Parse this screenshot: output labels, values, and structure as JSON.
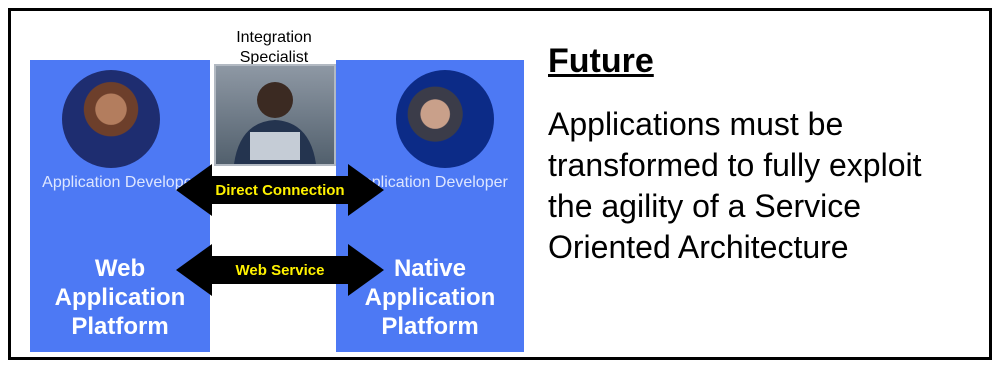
{
  "left_panel": {
    "role": "Application Developer",
    "platform": "Web Application Platform"
  },
  "right_panel": {
    "role": "Application Developer",
    "platform": "Native Application Platform"
  },
  "specialist": {
    "label": "Integration Specialist"
  },
  "arrows": {
    "direct": "Direct Connection",
    "web_service": "Web Service"
  },
  "title": "Future",
  "body": "Applications must be transformed to fully exploit the agility of a Service Oriented Architecture",
  "colors": {
    "panel_blue": "#4d79f4",
    "arrow_black": "#000000",
    "arrow_text": "#fff200"
  }
}
